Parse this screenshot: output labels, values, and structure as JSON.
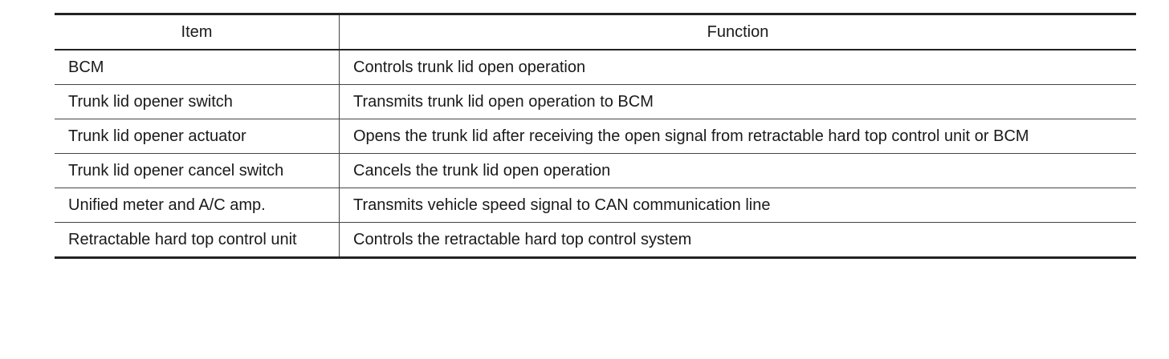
{
  "table": {
    "headers": {
      "item": "Item",
      "function": "Function"
    },
    "rows": [
      {
        "item": "BCM",
        "function": "Controls trunk lid open operation"
      },
      {
        "item": "Trunk lid opener switch",
        "function": "Transmits trunk lid open operation to BCM"
      },
      {
        "item": "Trunk lid opener actuator",
        "function": "Opens the trunk lid after receiving the open signal from retractable hard top control unit or BCM"
      },
      {
        "item": "Trunk lid opener cancel switch",
        "function": "Cancels the trunk lid open operation"
      },
      {
        "item": "Unified meter and A/C amp.",
        "function": "Transmits vehicle speed signal to CAN communication line"
      },
      {
        "item": "Retractable hard top control unit",
        "function": "Controls the retractable hard top control system"
      }
    ]
  }
}
